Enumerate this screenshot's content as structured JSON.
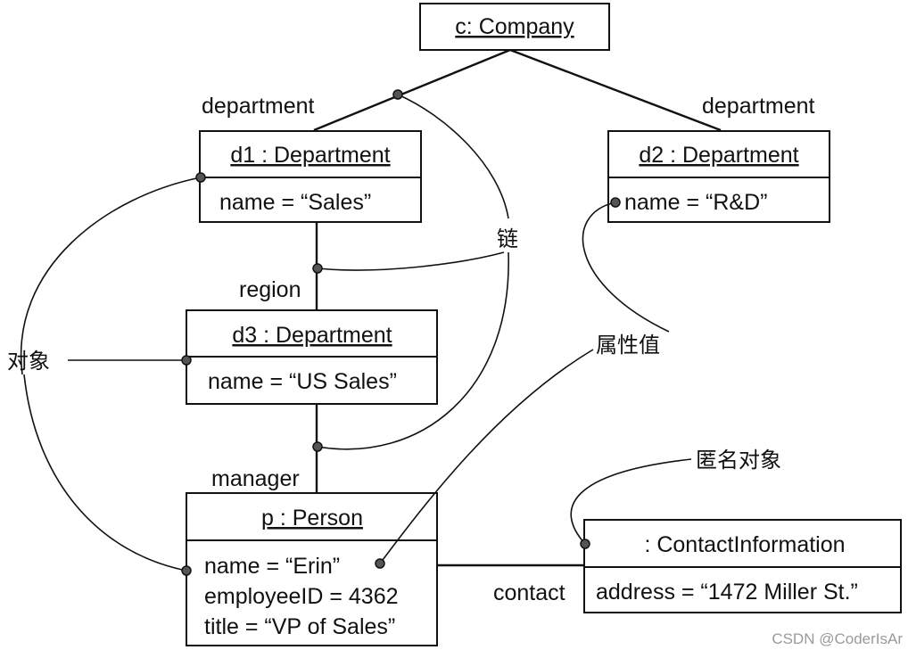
{
  "objects": {
    "company": {
      "title": "c: Company"
    },
    "d1": {
      "title": "d1 : Department",
      "attributes": [
        "name = “Sales”"
      ]
    },
    "d2": {
      "title": "d2 : Department",
      "attributes": [
        "name = “R&D”"
      ]
    },
    "d3": {
      "title": "d3 : Department",
      "attributes": [
        "name = “US Sales”"
      ]
    },
    "person": {
      "title": "p : Person",
      "attributes": [
        "name = “Erin”",
        "employeeID = 4362",
        "title = “VP of Sales”"
      ]
    },
    "contact": {
      "title": ": ContactInformation",
      "attributes": [
        "address = “1472 Miller St.”"
      ]
    }
  },
  "roles": {
    "department_left": "department",
    "department_right": "department",
    "region": "region",
    "manager": "manager",
    "contact": "contact"
  },
  "annotations": {
    "link": "链",
    "object": "对象",
    "attribute_value": "属性值",
    "anonymous_object": "匿名对象"
  },
  "watermark": "CSDN @CoderIsAr",
  "colors": {
    "line": "#111111",
    "dot": "#555555",
    "watermark": "#9a9a9a"
  }
}
